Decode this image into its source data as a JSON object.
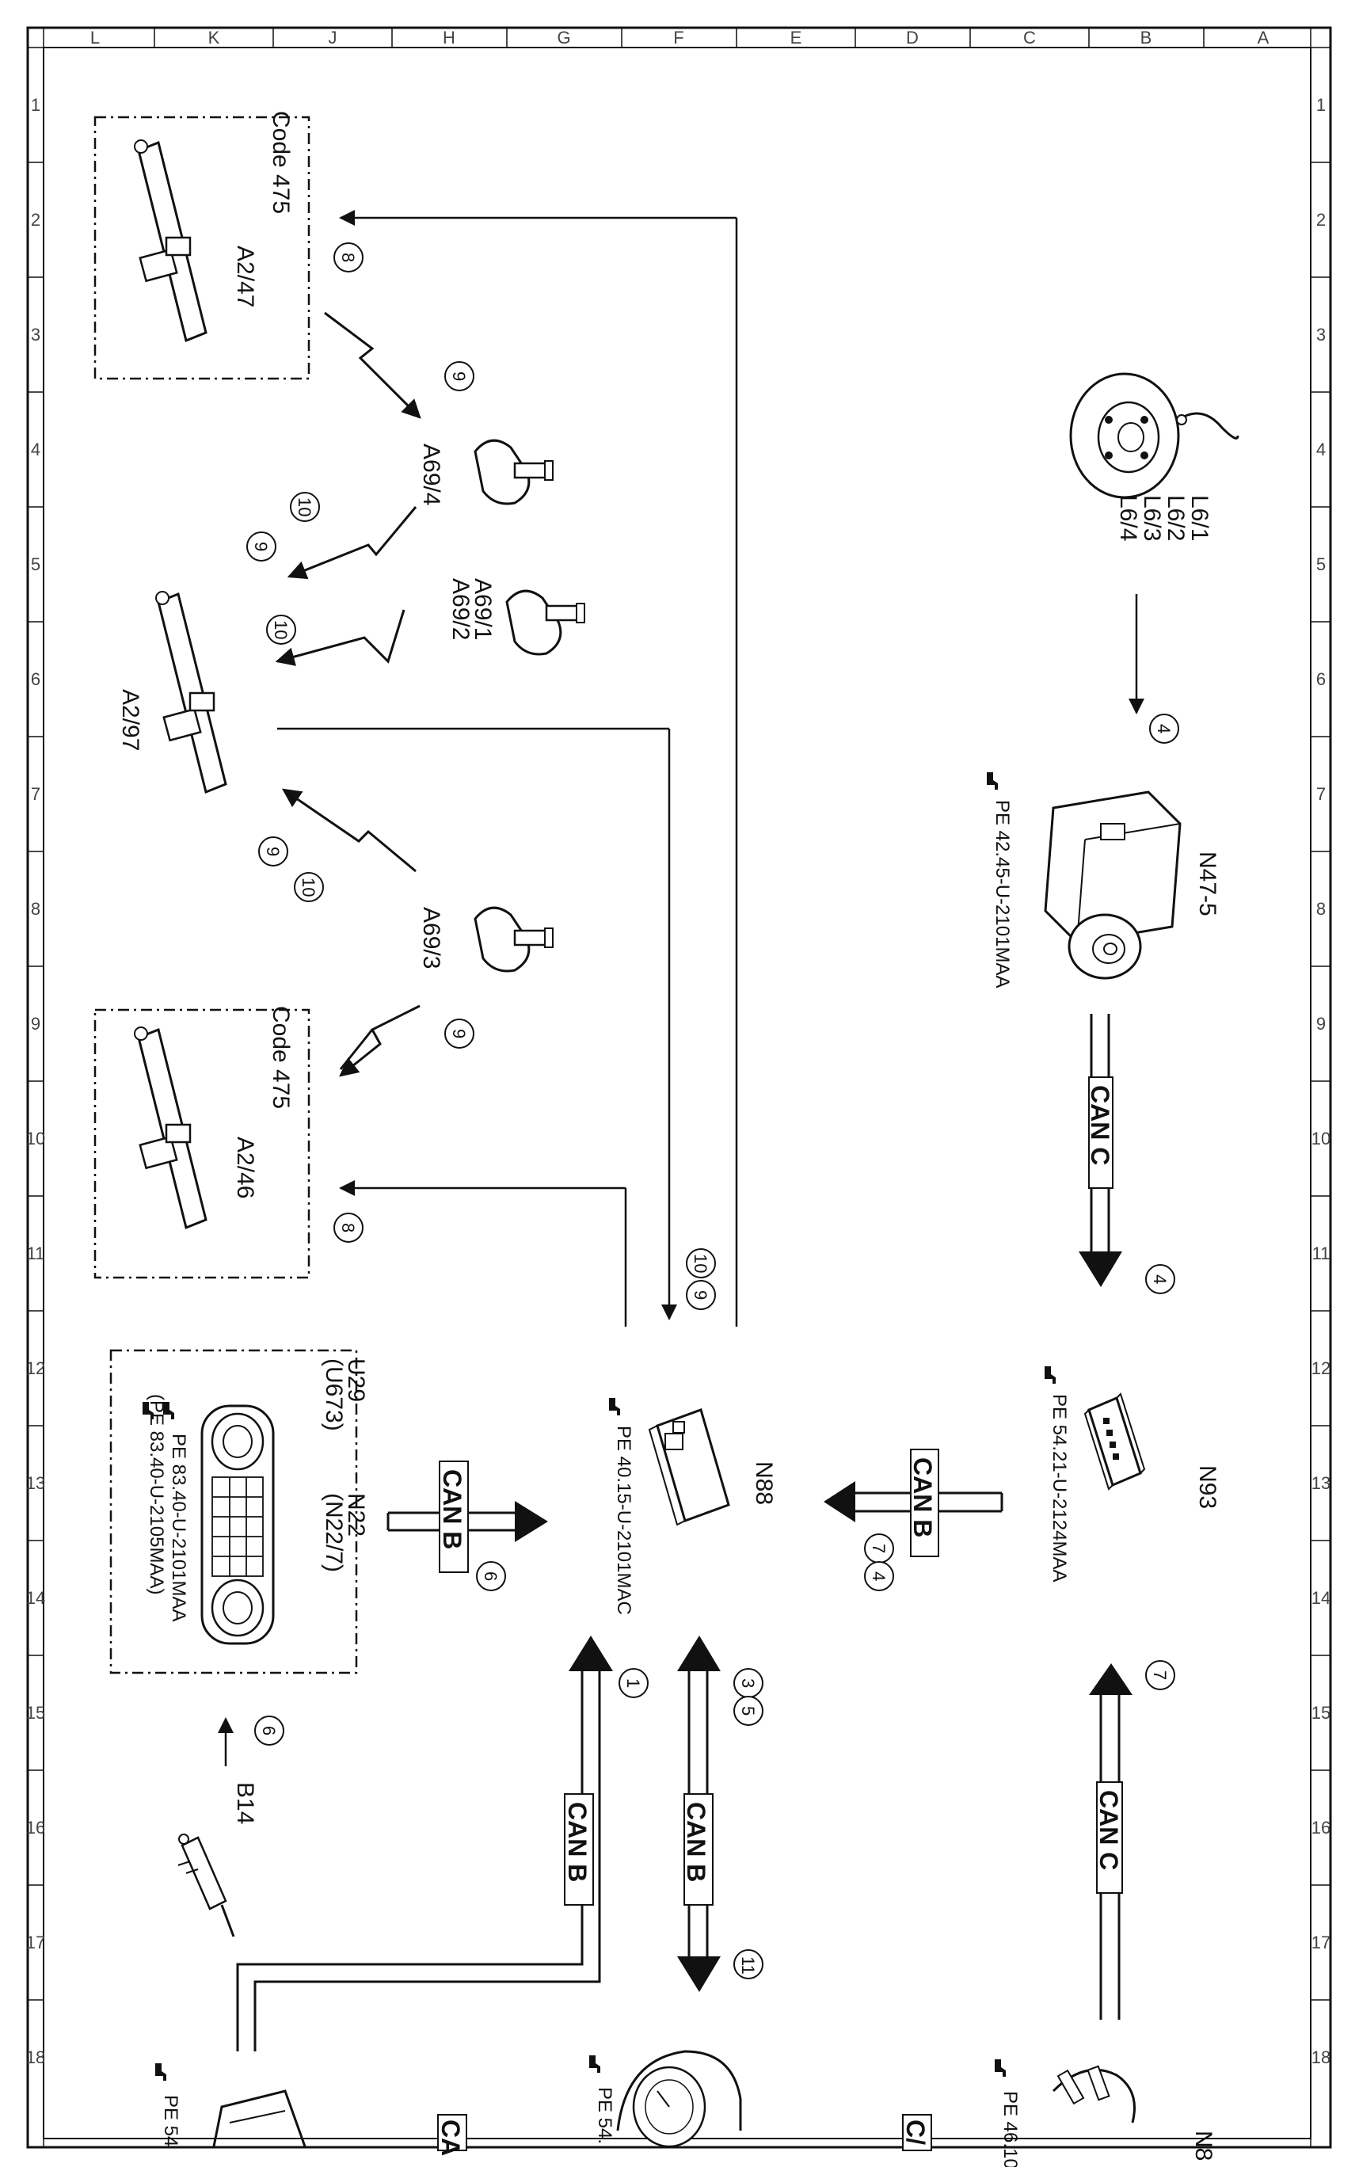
{
  "frame": {
    "column_letters": [
      "L",
      "K",
      "J",
      "H",
      "G",
      "F",
      "E",
      "D",
      "C",
      "B",
      "A"
    ],
    "row_numbers": [
      "1",
      "2",
      "3",
      "4",
      "5",
      "6",
      "7",
      "8",
      "9",
      "10",
      "11",
      "12",
      "13",
      "14",
      "15",
      "16",
      "17",
      "18"
    ]
  },
  "components": {
    "wheel_sensors": [
      "L6/1",
      "L6/2",
      "L6/3",
      "L6/4"
    ],
    "esp_unit": {
      "label": "N47-5",
      "ref": "PE 42.45-U-2101MAA"
    },
    "n93": {
      "label": "N93",
      "ref": "PE 54.21-U-2124MAA"
    },
    "n88": {
      "label": "N88",
      "ref": "PE 40.15-U-2101MAC"
    },
    "antenna_left_top": {
      "code": "Code 475",
      "label": "A2/47"
    },
    "antenna_left_bottom": {
      "code": "Code 475",
      "label": "A2/46"
    },
    "antenna_center": {
      "label": "A2/97"
    },
    "tire_sensor_a": {
      "label": "A69/4"
    },
    "tire_sensor_b": {
      "label_1": "A69/1",
      "label_2": "A69/2"
    },
    "tire_sensor_c": {
      "label": "A69/3"
    },
    "climate": {
      "u29": "U29",
      "u673": "(U673)",
      "n22": "N22",
      "n22_7": "(N22/7)",
      "ref_1": "PE 83.40-U-2101MAA",
      "ref_2": "(PE 83.40-U-2105MAA)"
    },
    "b14": {
      "label": "B14"
    },
    "bottom_ref_1": "PE 46.10",
    "bottom_ref_2": "PE 54.",
    "bottom_ref_3": "PE 54",
    "bottom_label_n8": "N8"
  },
  "buses": {
    "can_c": "CAN C",
    "can_b": "CAN B"
  },
  "partial_can_labels": [
    "CA",
    "C/"
  ],
  "step_numbers": {
    "n1": "1",
    "n3": "3",
    "n4": "4",
    "n5": "5",
    "n6": "6",
    "n7": "7",
    "n8": "8",
    "n9": "9",
    "n10": "10",
    "n11": "11"
  },
  "icons": [
    "hand-pointer-icon",
    "zigzag-radio-icon",
    "brake-disc-icon",
    "tire-valve-icon",
    "antenna-icon",
    "control-unit-icon",
    "climate-panel-icon",
    "temp-sensor-icon"
  ]
}
